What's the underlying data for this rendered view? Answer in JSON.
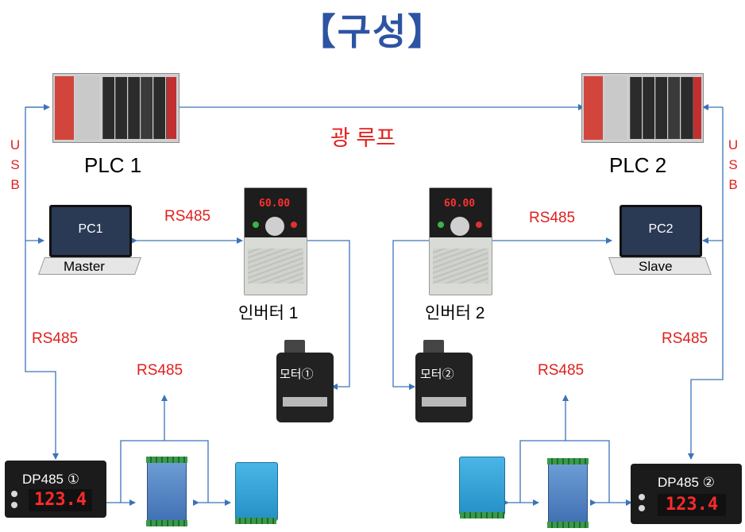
{
  "title": "【구성】",
  "plc1": {
    "label": "PLC 1"
  },
  "plc2": {
    "label": "PLC 2"
  },
  "optical_loop": {
    "label": "광 루프"
  },
  "usb_left": {
    "letters": [
      "U",
      "S",
      "B"
    ]
  },
  "usb_right": {
    "letters": [
      "U",
      "S",
      "B"
    ]
  },
  "pc1": {
    "name": "PC1",
    "role": "Master"
  },
  "pc2": {
    "name": "PC2",
    "role": "Slave"
  },
  "rs485_pc1_inv1": "RS485",
  "rs485_inv2_pc2": "RS485",
  "rs485_left": "RS485",
  "rs485_right": "RS485",
  "rs485_module_left": "RS485",
  "rs485_module_right": "RS485",
  "inverter1": {
    "label": "인버터 1",
    "display": "60.00"
  },
  "inverter2": {
    "label": "인버터 2",
    "display": "60.00"
  },
  "motor1": {
    "label": "모터①"
  },
  "motor2": {
    "label": "모터②"
  },
  "dp1": {
    "label": "DP485 ①",
    "display": "123.4"
  },
  "dp2": {
    "label": "DP485 ②",
    "display": "123.4"
  },
  "colors": {
    "title": "#2d54a3",
    "accent_red": "#e0201e",
    "line_blue": "#3b73b9"
  }
}
